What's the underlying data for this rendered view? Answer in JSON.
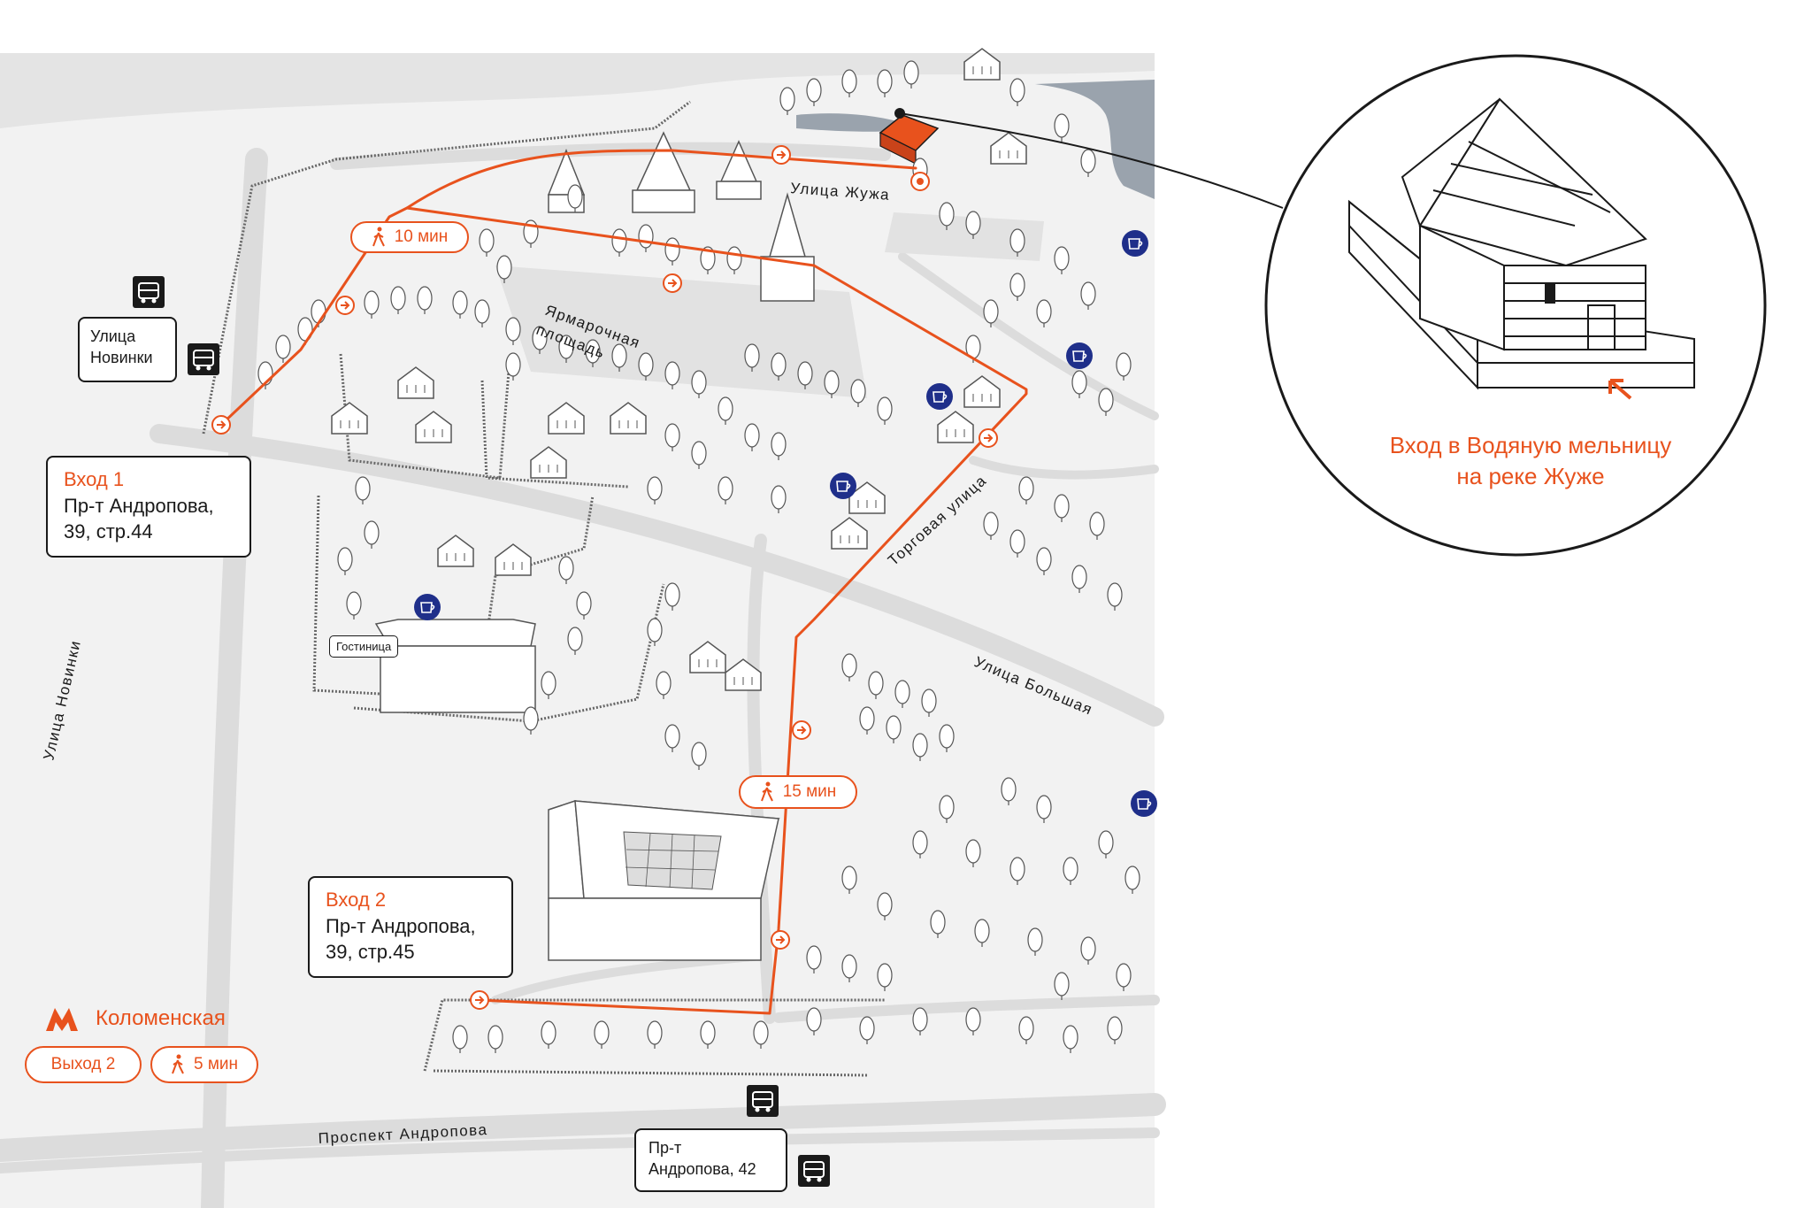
{
  "entrance_1": {
    "title": "Вход 1",
    "line1": "Пр-т Андропова,",
    "line2": "39, стр.44"
  },
  "entrance_2": {
    "title": "Вход 2",
    "line1": "Пр-т Андропова,",
    "line2": "39, стр.45"
  },
  "bus_stop_novinki": {
    "line1": "Улица",
    "line2": "Новинки"
  },
  "bus_stop_andropova": {
    "line1": "Пр-т",
    "line2": "Андропова, 42"
  },
  "hotel_label": "Гостиница",
  "streets": {
    "zhuzha": "Улица Жужа",
    "market_square_1": "Ярмарочная",
    "market_square_2": "площадь",
    "torgovaya": "Торговая улица",
    "bolshaya": "Улица Большая",
    "novinki": "Улица Новинки",
    "prospekt": "Проспект Андропова"
  },
  "walk_times": {
    "t10": "10 мин",
    "t15": "15 мин",
    "t5": "5 мин"
  },
  "metro": {
    "station": "Коломенская",
    "exit": "Выход 2"
  },
  "zoom": {
    "caption_line1": "Вход в Водяную мельницу",
    "caption_line2": "на реке Жуже"
  },
  "colors": {
    "accent": "#e8521d",
    "cafe": "#1f2f8a",
    "ink": "#1a1a1a",
    "water": "#9aa3ad",
    "ground": "#f2f2f2",
    "road": "#dcdcdc"
  },
  "icons": [
    "walk-icon",
    "bus-icon",
    "cafe-icon",
    "metro-icon",
    "arrow-icon",
    "mill-icon",
    "tree-icon"
  ]
}
